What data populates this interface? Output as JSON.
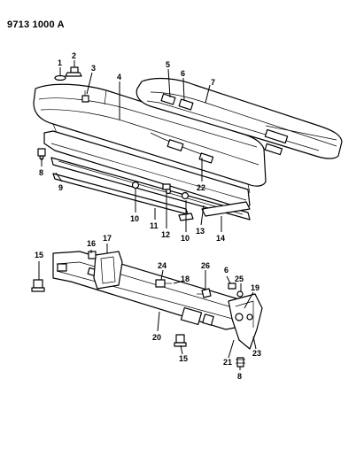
{
  "document_id": "9713 1000 A",
  "callouts": [
    {
      "id": "c1",
      "label": "1"
    },
    {
      "id": "c2",
      "label": "2"
    },
    {
      "id": "c3",
      "label": "3"
    },
    {
      "id": "c4",
      "label": "4"
    },
    {
      "id": "c5",
      "label": "5"
    },
    {
      "id": "c6a",
      "label": "6"
    },
    {
      "id": "c7",
      "label": "7"
    },
    {
      "id": "c8a",
      "label": "8"
    },
    {
      "id": "c9",
      "label": "9"
    },
    {
      "id": "c10a",
      "label": "10"
    },
    {
      "id": "c11",
      "label": "11"
    },
    {
      "id": "c12",
      "label": "12"
    },
    {
      "id": "c10b",
      "label": "10"
    },
    {
      "id": "c13",
      "label": "13"
    },
    {
      "id": "c14",
      "label": "14"
    },
    {
      "id": "c22",
      "label": "22"
    },
    {
      "id": "c15a",
      "label": "15"
    },
    {
      "id": "c16",
      "label": "16"
    },
    {
      "id": "c17",
      "label": "17"
    },
    {
      "id": "c24",
      "label": "24"
    },
    {
      "id": "c18",
      "label": "18"
    },
    {
      "id": "c26",
      "label": "26"
    },
    {
      "id": "c6b",
      "label": "6"
    },
    {
      "id": "c25",
      "label": "25"
    },
    {
      "id": "c19",
      "label": "19"
    },
    {
      "id": "c20",
      "label": "20"
    },
    {
      "id": "c15b",
      "label": "15"
    },
    {
      "id": "c21",
      "label": "21"
    },
    {
      "id": "c23",
      "label": "23"
    },
    {
      "id": "c8b",
      "label": "8"
    }
  ]
}
